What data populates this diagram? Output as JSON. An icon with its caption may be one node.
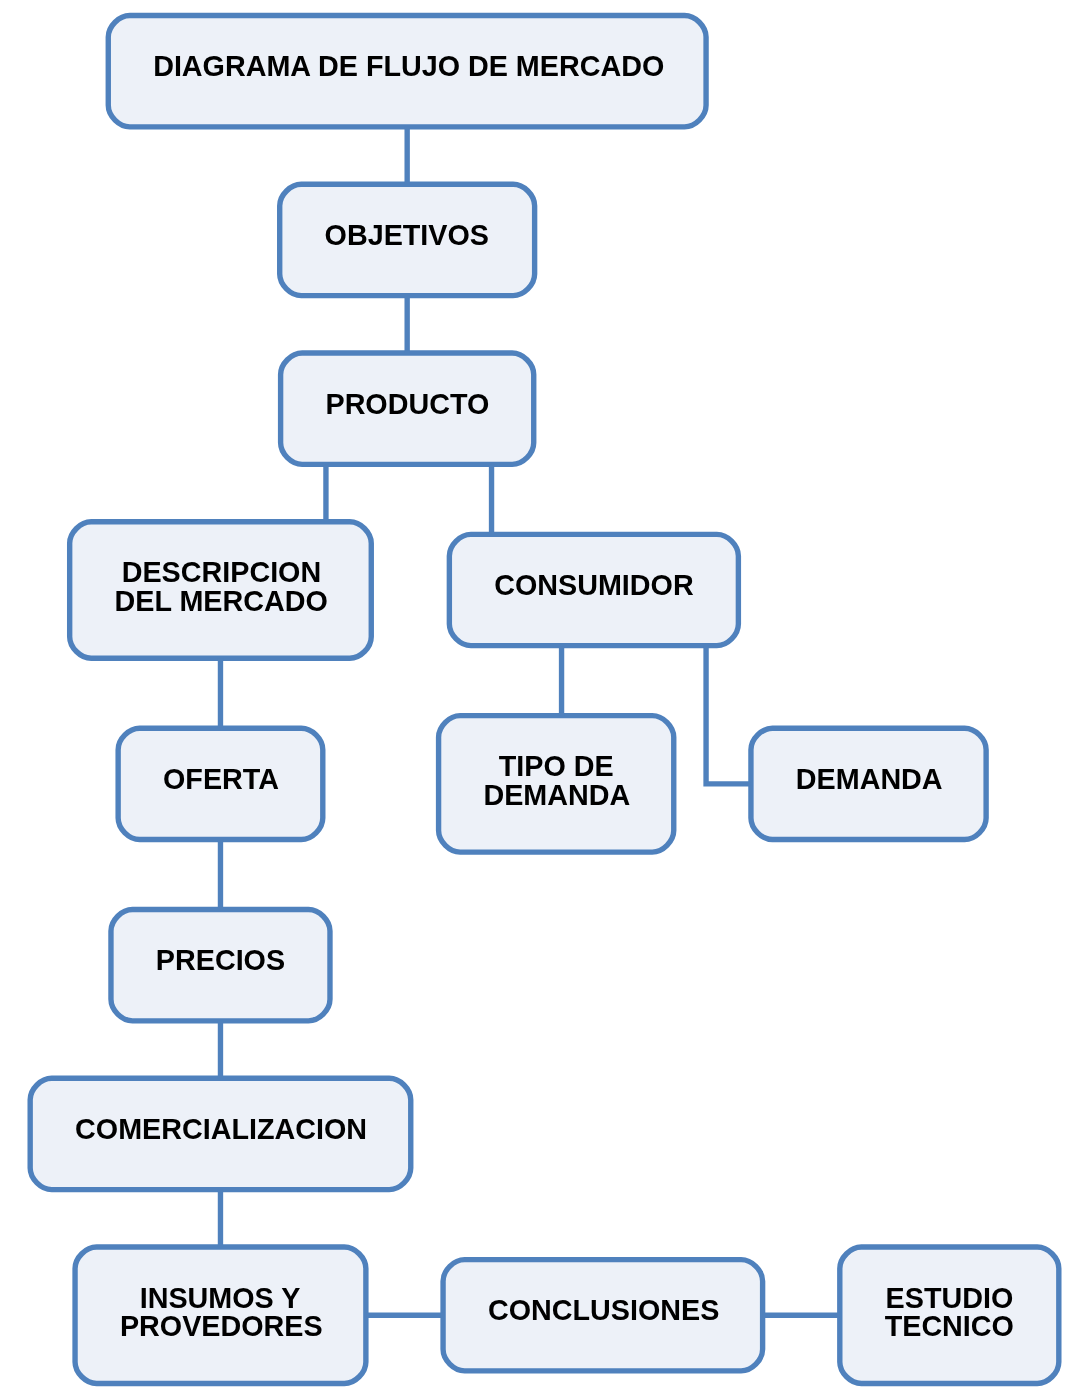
{
  "diagram": {
    "nodes": [
      {
        "text": [
          "DIAGRAMA DE FLUJO DE MERCADO"
        ]
      },
      {
        "text": [
          "OBJETIVOS"
        ]
      },
      {
        "text": [
          "PRODUCTO"
        ]
      },
      {
        "text": [
          "DESCRIPCION DEL MERCADO"
        ]
      },
      {
        "text": [
          "CONSUMIDOR"
        ]
      },
      {
        "text": [
          "OFERTA"
        ]
      },
      {
        "text": [
          "TIPO DE DEMANDA"
        ]
      },
      {
        "text": [
          "DEMANDA"
        ]
      },
      {
        "text": [
          "PRECIOS"
        ]
      },
      {
        "text": [
          "COMERCIALIZACION"
        ]
      },
      {
        "text": [
          "ESTUDIO TECNICO"
        ]
      },
      {
        "text": [
          "CONCLUSIONES"
        ]
      },
      {
        "text": [
          "INSUMOS Y PROVEDORES"
        ]
      }
    ],
    "edges": [
      {
        "from": 0,
        "to": 1,
        "arrow": "none"
      },
      {
        "from": 1,
        "to": 2,
        "arrow": "none"
      },
      {
        "from": 2,
        "to": 4,
        "arrow": "none"
      },
      {
        "from": 2,
        "to": 3,
        "arrow": "none"
      },
      {
        "from": 4,
        "to": 6,
        "arrow": "none"
      },
      {
        "from": 4,
        "to": 7,
        "arrow": "none"
      },
      {
        "from": 3,
        "to": 5,
        "arrow": "none"
      },
      {
        "from": 5,
        "to": 8,
        "arrow": "none"
      },
      {
        "from": 8,
        "to": 9,
        "arrow": "none"
      },
      {
        "from": 9,
        "to": 12,
        "arrow": "none"
      },
      {
        "from": 12,
        "to": 11,
        "arrow": "none"
      },
      {
        "from": 11,
        "to": 10,
        "arrow": "none"
      }
    ]
  }
}
